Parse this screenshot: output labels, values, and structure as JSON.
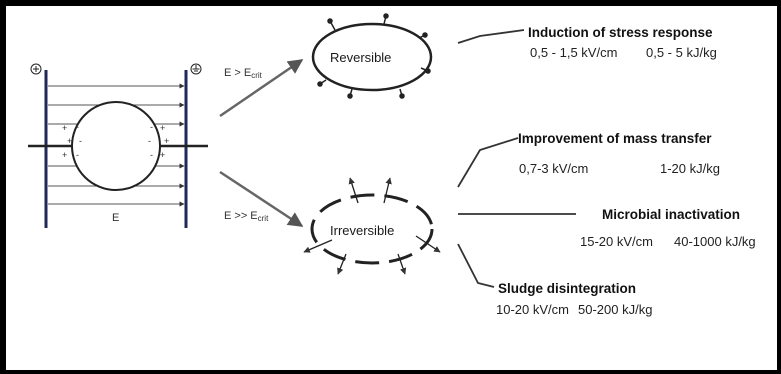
{
  "cell_label": "E",
  "arrow_upper": {
    "base": "E > E",
    "sub": "crit"
  },
  "arrow_lower": {
    "base": "E >> E",
    "sub": "crit"
  },
  "states": {
    "reversible": "Reversible",
    "irreversible": "Irreversible"
  },
  "applications": [
    {
      "title": "Induction of stress response",
      "field": "0,5 - 1,5 kV/cm",
      "energy": "0,5 - 5 kJ/kg"
    },
    {
      "title": "Improvement of mass transfer",
      "field": "0,7-3 kV/cm",
      "energy": "1-20 kJ/kg"
    },
    {
      "title": "Microbial inactivation",
      "field": "15-20 kV/cm",
      "energy": "40-1000 kJ/kg"
    },
    {
      "title": "Sludge disintegration",
      "field": "10-20 kV/cm",
      "energy": "50-200 kJ/kg"
    }
  ],
  "colors": {
    "plate": "#1f2a5a",
    "line": "#222222",
    "arrow": "#555555"
  }
}
